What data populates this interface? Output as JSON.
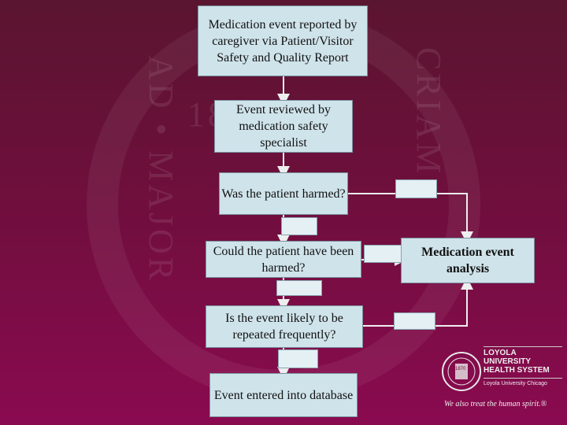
{
  "boxes": {
    "reported": "Medication event reported by caregiver via Patient/Visitor Safety and Quality Report",
    "reviewed": "Event reviewed by medication safety specialist",
    "harmed": "Was the patient harmed?",
    "could_harm": "Could the patient have been harmed?",
    "repeated": "Is the event likely to be repeated frequently?",
    "database": "Event entered into database",
    "analysis": "Medication event analysis"
  },
  "watermark": {
    "left_text": "AD • MAJOR",
    "right_text": "CRIAM",
    "year_fragment": "18"
  },
  "logo": {
    "line1": "LOYOLA",
    "line2": "UNIVERSITY",
    "line3": "HEALTH SYSTEM",
    "line4": "Loyola University Chicago",
    "tagline": "We also treat the human spirit.®",
    "seal_year": "1870"
  },
  "colors": {
    "box_fill": "#cfe3ea",
    "line": "#eeeeee"
  }
}
